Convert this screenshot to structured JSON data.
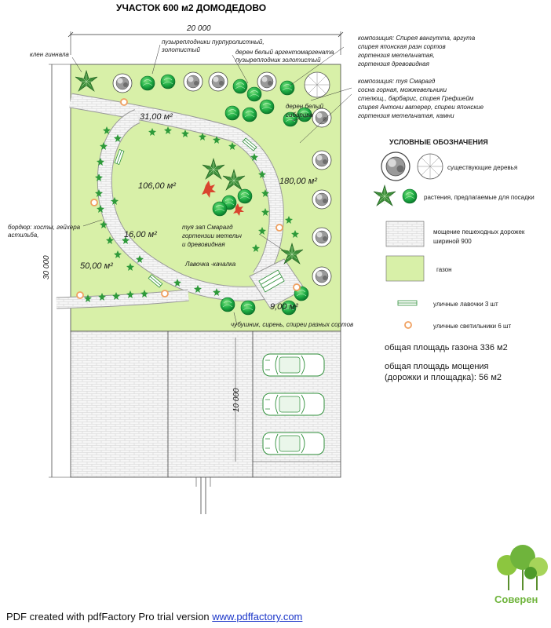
{
  "title": "УЧАСТОК 600 м2   ДОМОДЕДОВО",
  "dimensions": {
    "width": "20 000",
    "height": "30 000",
    "parking": "10 000"
  },
  "areas": {
    "a31": "31,00 м²",
    "a106": "106,00 м²",
    "a180": "180,00 м²",
    "a16": "16,00 м²",
    "a50": "50,00 м²",
    "a9": "9,00 м²"
  },
  "labels": {
    "klen": "клен гиннала",
    "puzyr1_l1": "пузыреплодники пурпуролистный,",
    "puzyr1_l2": "золотистый",
    "deren1_l1": "дерен белый аргентомаргената",
    "deren1_l2": "пузыреплодник золотистый",
    "comp1_l1": "композиция: Спирея вангутта, аргута",
    "comp1_l2": "спирея японская разн сортов",
    "comp1_l3": "гортензия метельчатая,",
    "comp1_l4": "гортензия древовидная",
    "comp2_l1": "композиция: туя Смарагд",
    "comp2_l2": "сосна горная, можжевельники",
    "comp2_l3": "стелющ., барбарис, спирея Грефшейм",
    "comp2_l4": "спирея Антони ватерер, спиреи японские",
    "comp2_l5": "гортензия метельчатая, камни",
    "deren2_l1": "дерен белый",
    "deren2_l2": "сибирика",
    "tuya_l1": "туя зап Смарагд",
    "tuya_l2": "гортензии метельч",
    "tuya_l3": "и древовидная",
    "bench": "Лавочка -качалка",
    "bordur_l1": "бордюр: хосты, гейхера",
    "bordur_l2": "астильба,",
    "chubushnik": "чубушник, сирень, спиреи разных сортов"
  },
  "legend": {
    "heading": "УСЛОВНЫЕ ОБОЗНАЧЕНИЯ",
    "existing_trees": "существующие деревья",
    "new_plants": "растения, предлагаемые для посадки",
    "paving_l1": "мощение пешеходных дорожек",
    "paving_l2": "шириной 900",
    "lawn": "газон",
    "benches": "уличные лавочки 3 шт",
    "lights": "уличные светильники 6 шт"
  },
  "summary": {
    "lawn_area": "общая площадь газона  336 м2",
    "paving_l1": "общая площадь мощения",
    "paving_l2": "(дорожки и площадка): 56 м2"
  },
  "logo": "Соверен",
  "footer": {
    "text": "PDF created with pdfFactory Pro trial version ",
    "link": "www.pdffactory.com"
  },
  "colors": {
    "lawn": "#d8f0a8",
    "paving": "#f4f4f4",
    "plant_green": "#16a83a",
    "tree_dark": "#555555",
    "light_ring": "#f0a060",
    "logo_green": "#6fb43c",
    "link": "#1a35c8"
  }
}
